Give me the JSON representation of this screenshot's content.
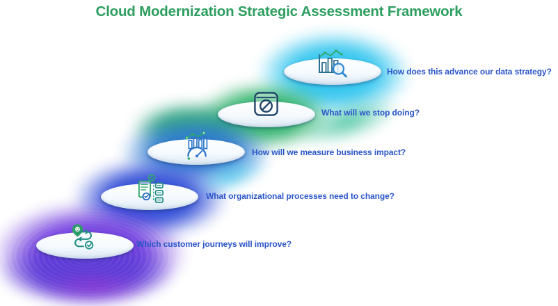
{
  "title": {
    "text": "Cloud Modernization Strategic Assessment Framework",
    "color": "#2d9e5f"
  },
  "question_color": "#2b55c9",
  "steps": [
    {
      "icon": "analytics-search-icon",
      "question": "How does this advance our data strategy?",
      "glow_color": "#2ec4ee"
    },
    {
      "icon": "stop-icon",
      "question": "What will we stop doing?",
      "glow_color": "#2bb168"
    },
    {
      "icon": "impact-gauge-icon",
      "question": "How will we measure business impact?",
      "glow_color": "#2e7ad2"
    },
    {
      "icon": "process-change-icon",
      "question": "What organizational processes need to change?",
      "glow_color": "#2c49d6"
    },
    {
      "icon": "customer-journey-icon",
      "question": "Which customer journeys will improve?",
      "glow_color": "#6b34dd"
    }
  ]
}
